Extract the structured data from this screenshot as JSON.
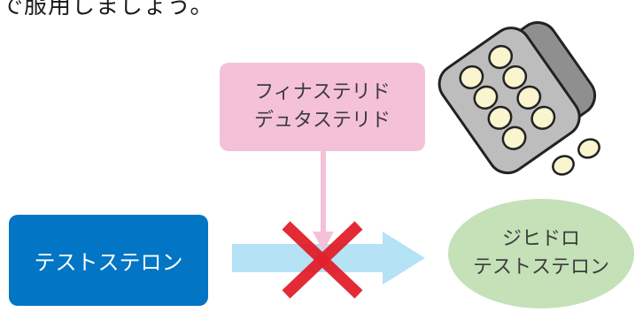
{
  "header": {
    "text": "で服用しましょう。"
  },
  "inhibitor": {
    "line1": "フィナステリド",
    "line2": "デュタステリド"
  },
  "source": {
    "label": "テストステロン"
  },
  "target": {
    "line1": "ジヒドロ",
    "line2": "テストステロン"
  },
  "colors": {
    "inhibitor_box": "#f5c1d9",
    "source_box": "#0275c5",
    "target_ellipse": "#c4e1b8",
    "flow_arrow": "#b6e2f6",
    "block_cross": "#e1202a",
    "pill_pack": "#9a9a9a",
    "pill": "#faf4cf"
  },
  "icons": {
    "block": "x-cross-icon",
    "medicine": "pill-blister-pack-icon"
  }
}
